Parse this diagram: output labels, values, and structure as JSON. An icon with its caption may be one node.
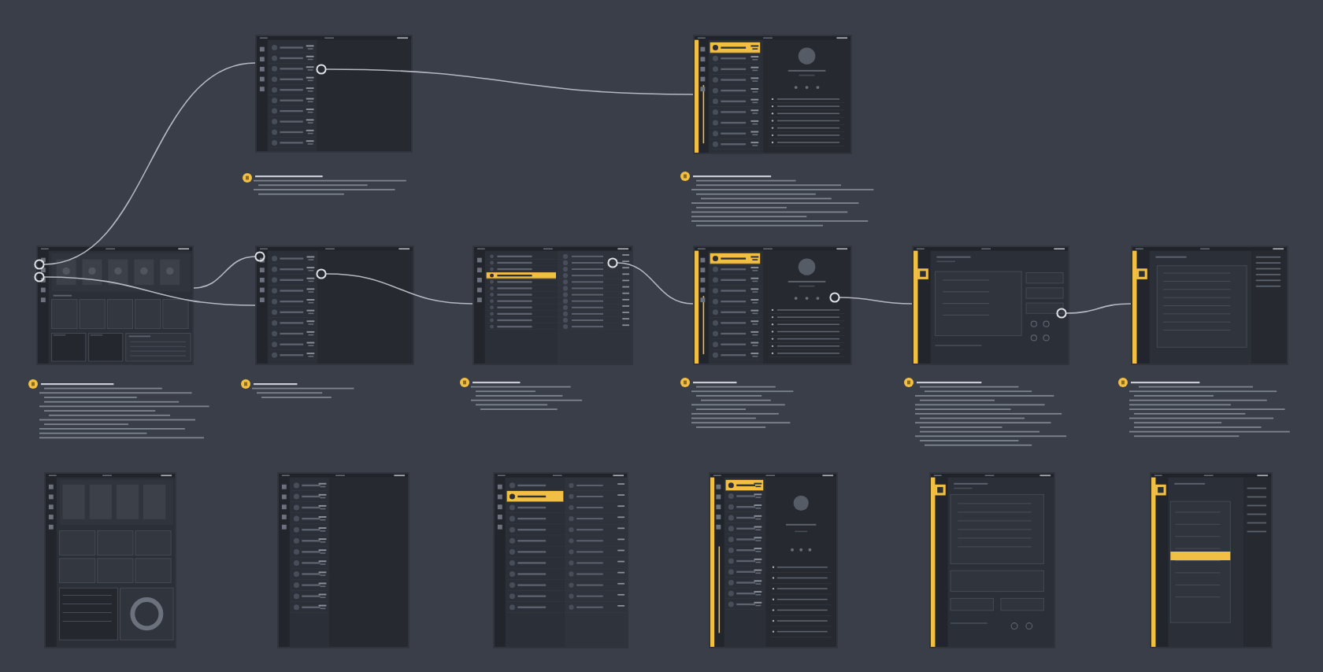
{
  "diagram": {
    "nodes": [
      {
        "text": [],
        "shape": "picture"
      },
      {
        "text": [],
        "shape": "picture"
      },
      {
        "text": [],
        "shape": "picture"
      },
      {
        "text": [],
        "shape": "picture"
      },
      {
        "text": [],
        "shape": "picture"
      },
      {
        "text": [],
        "shape": "picture"
      },
      {
        "text": [],
        "shape": "picture"
      },
      {
        "text": [],
        "shape": "picture"
      },
      {
        "text": [],
        "shape": "picture"
      },
      {
        "text": [],
        "shape": "picture"
      },
      {
        "text": [],
        "shape": "picture"
      },
      {
        "text": [],
        "shape": "picture"
      },
      {
        "text": [],
        "shape": "picture"
      },
      {
        "text": [],
        "shape": "picture"
      }
    ],
    "edges": [
      {
        "from": 0,
        "to": 1,
        "arrow": "none"
      },
      {
        "from": 2,
        "to": 0,
        "arrow": "none"
      },
      {
        "from": 2,
        "to": 3,
        "arrow": "none"
      },
      {
        "from": 3,
        "to": 2,
        "arrow": "none"
      },
      {
        "from": 3,
        "to": 4,
        "arrow": "none"
      },
      {
        "from": 4,
        "to": 5,
        "arrow": "none"
      },
      {
        "from": 5,
        "to": 6,
        "arrow": "none"
      },
      {
        "from": 6,
        "to": 7,
        "arrow": "none"
      }
    ]
  }
}
